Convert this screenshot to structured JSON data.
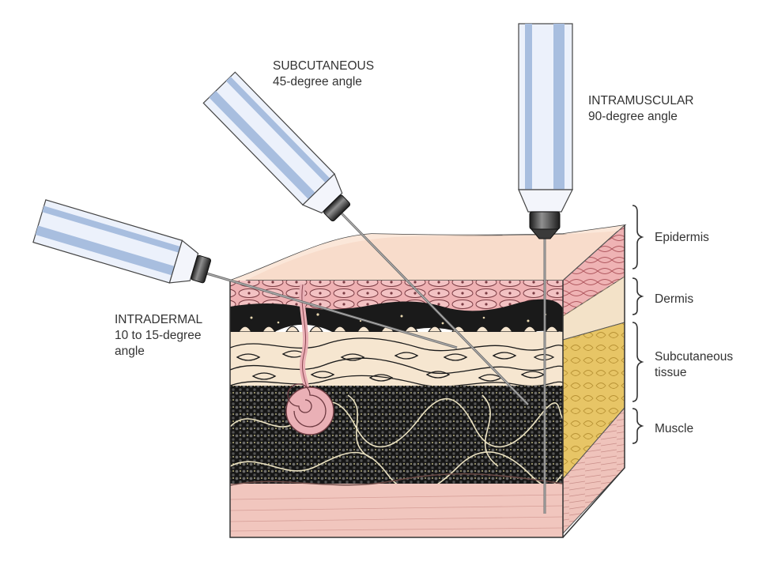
{
  "injections": [
    {
      "id": "intradermal",
      "title": "INTRADERMAL",
      "angle_lines": [
        "10 to 15-degree",
        "angle"
      ]
    },
    {
      "id": "subcutaneous",
      "title": "SUBCUTANEOUS",
      "angle_lines": [
        "45-degree angle"
      ]
    },
    {
      "id": "intramuscular",
      "title": "INTRAMUSCULAR",
      "angle_lines": [
        "90-degree angle"
      ]
    }
  ],
  "layers": [
    {
      "id": "epidermis",
      "lines": [
        "Epidermis"
      ]
    },
    {
      "id": "dermis",
      "lines": [
        "Dermis"
      ]
    },
    {
      "id": "subcutaneous",
      "lines": [
        "Subcutaneous",
        "tissue"
      ]
    },
    {
      "id": "muscle",
      "lines": [
        "Muscle"
      ]
    }
  ],
  "colors": {
    "skin_top": "#f8dccb",
    "epidermis": "#f0b2b2",
    "dermis": "#f6e6d0",
    "subcutaneous_front": "#1a1a1a",
    "subcutaneous_side": "#e8c66a",
    "muscle": "#f1c6be",
    "barrel_stripe": "#a8bedf",
    "barrel_light": "#ecf1fb",
    "hub": "#2b2b2b",
    "needle": "#6e6e6e",
    "gland": "#eab0b6"
  }
}
